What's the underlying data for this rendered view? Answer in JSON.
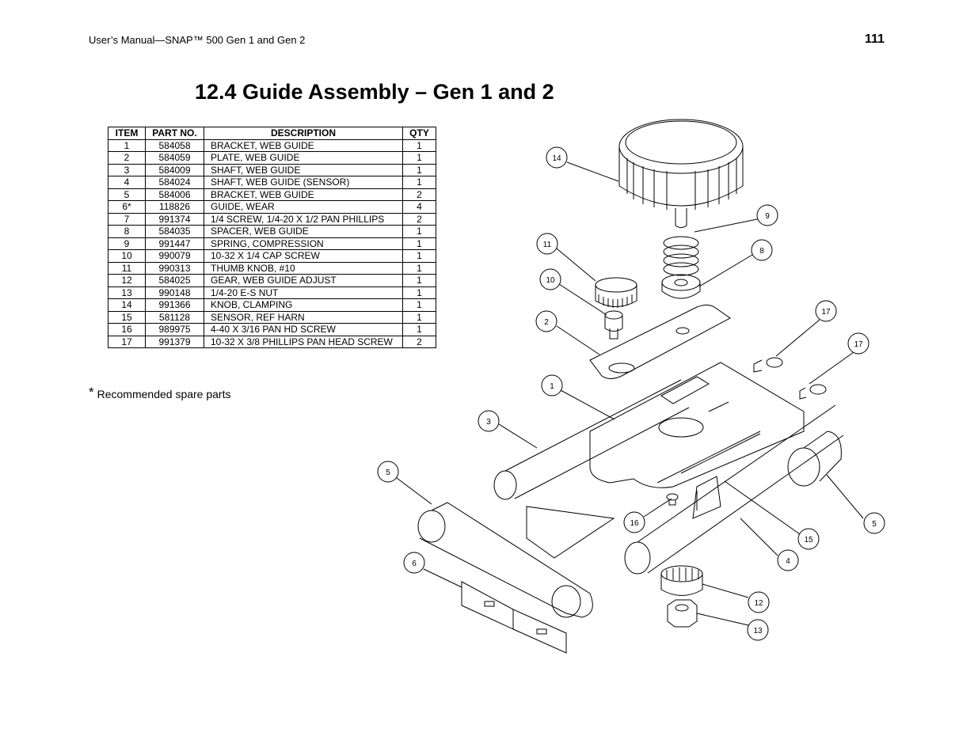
{
  "header": {
    "manual_title": "User’s Manual—SNAP™ 500 Gen 1 and Gen 2",
    "page_number": "111"
  },
  "section_title": "12.4 Guide Assembly – Gen 1 and 2",
  "parts_table": {
    "headers": [
      "ITEM",
      "PART NO.",
      "DESCRIPTION",
      "QTY"
    ],
    "rows": [
      [
        "1",
        "584058",
        "BRACKET, WEB GUIDE",
        "1"
      ],
      [
        "2",
        "584059",
        "PLATE, WEB GUIDE",
        "1"
      ],
      [
        "3",
        "584009",
        "SHAFT, WEB GUIDE",
        "1"
      ],
      [
        "4",
        "584024",
        "SHAFT, WEB GUIDE (SENSOR)",
        "1"
      ],
      [
        "5",
        "584006",
        "BRACKET, WEB GUIDE",
        "2"
      ],
      [
        "6*",
        "118826",
        "GUIDE, WEAR",
        "4"
      ],
      [
        "7",
        "991374",
        "1/4 SCREW, 1/4-20 X 1/2 PAN PHILLIPS",
        "2"
      ],
      [
        "8",
        "584035",
        "SPACER, WEB GUIDE",
        "1"
      ],
      [
        "9",
        "991447",
        "SPRING, COMPRESSION",
        "1"
      ],
      [
        "10",
        "990079",
        "10-32 X 1/4 CAP SCREW",
        "1"
      ],
      [
        "11",
        "990313",
        "THUMB KNOB, #10",
        "1"
      ],
      [
        "12",
        "584025",
        "GEAR, WEB GUIDE ADJUST",
        "1"
      ],
      [
        "13",
        "990148",
        "1/4-20 E-S NUT",
        "1"
      ],
      [
        "14",
        "991366",
        "KNOB, CLAMPING",
        "1"
      ],
      [
        "15",
        "581128",
        "SENSOR, REF HARN",
        "1"
      ],
      [
        "16",
        "989975",
        "4-40 X 3/16 PAN HD SCREW",
        "1"
      ],
      [
        "17",
        "991379",
        "10-32 X 3/8 PHILLIPS PAN HEAD SCREW",
        "2"
      ]
    ]
  },
  "footnote": {
    "symbol": "*",
    "text": "Recommended spare parts"
  },
  "callouts": [
    "14",
    "9",
    "8",
    "11",
    "10",
    "2",
    "17",
    "17",
    "1",
    "3",
    "5",
    "5",
    "16",
    "15",
    "4",
    "6",
    "12",
    "13"
  ]
}
